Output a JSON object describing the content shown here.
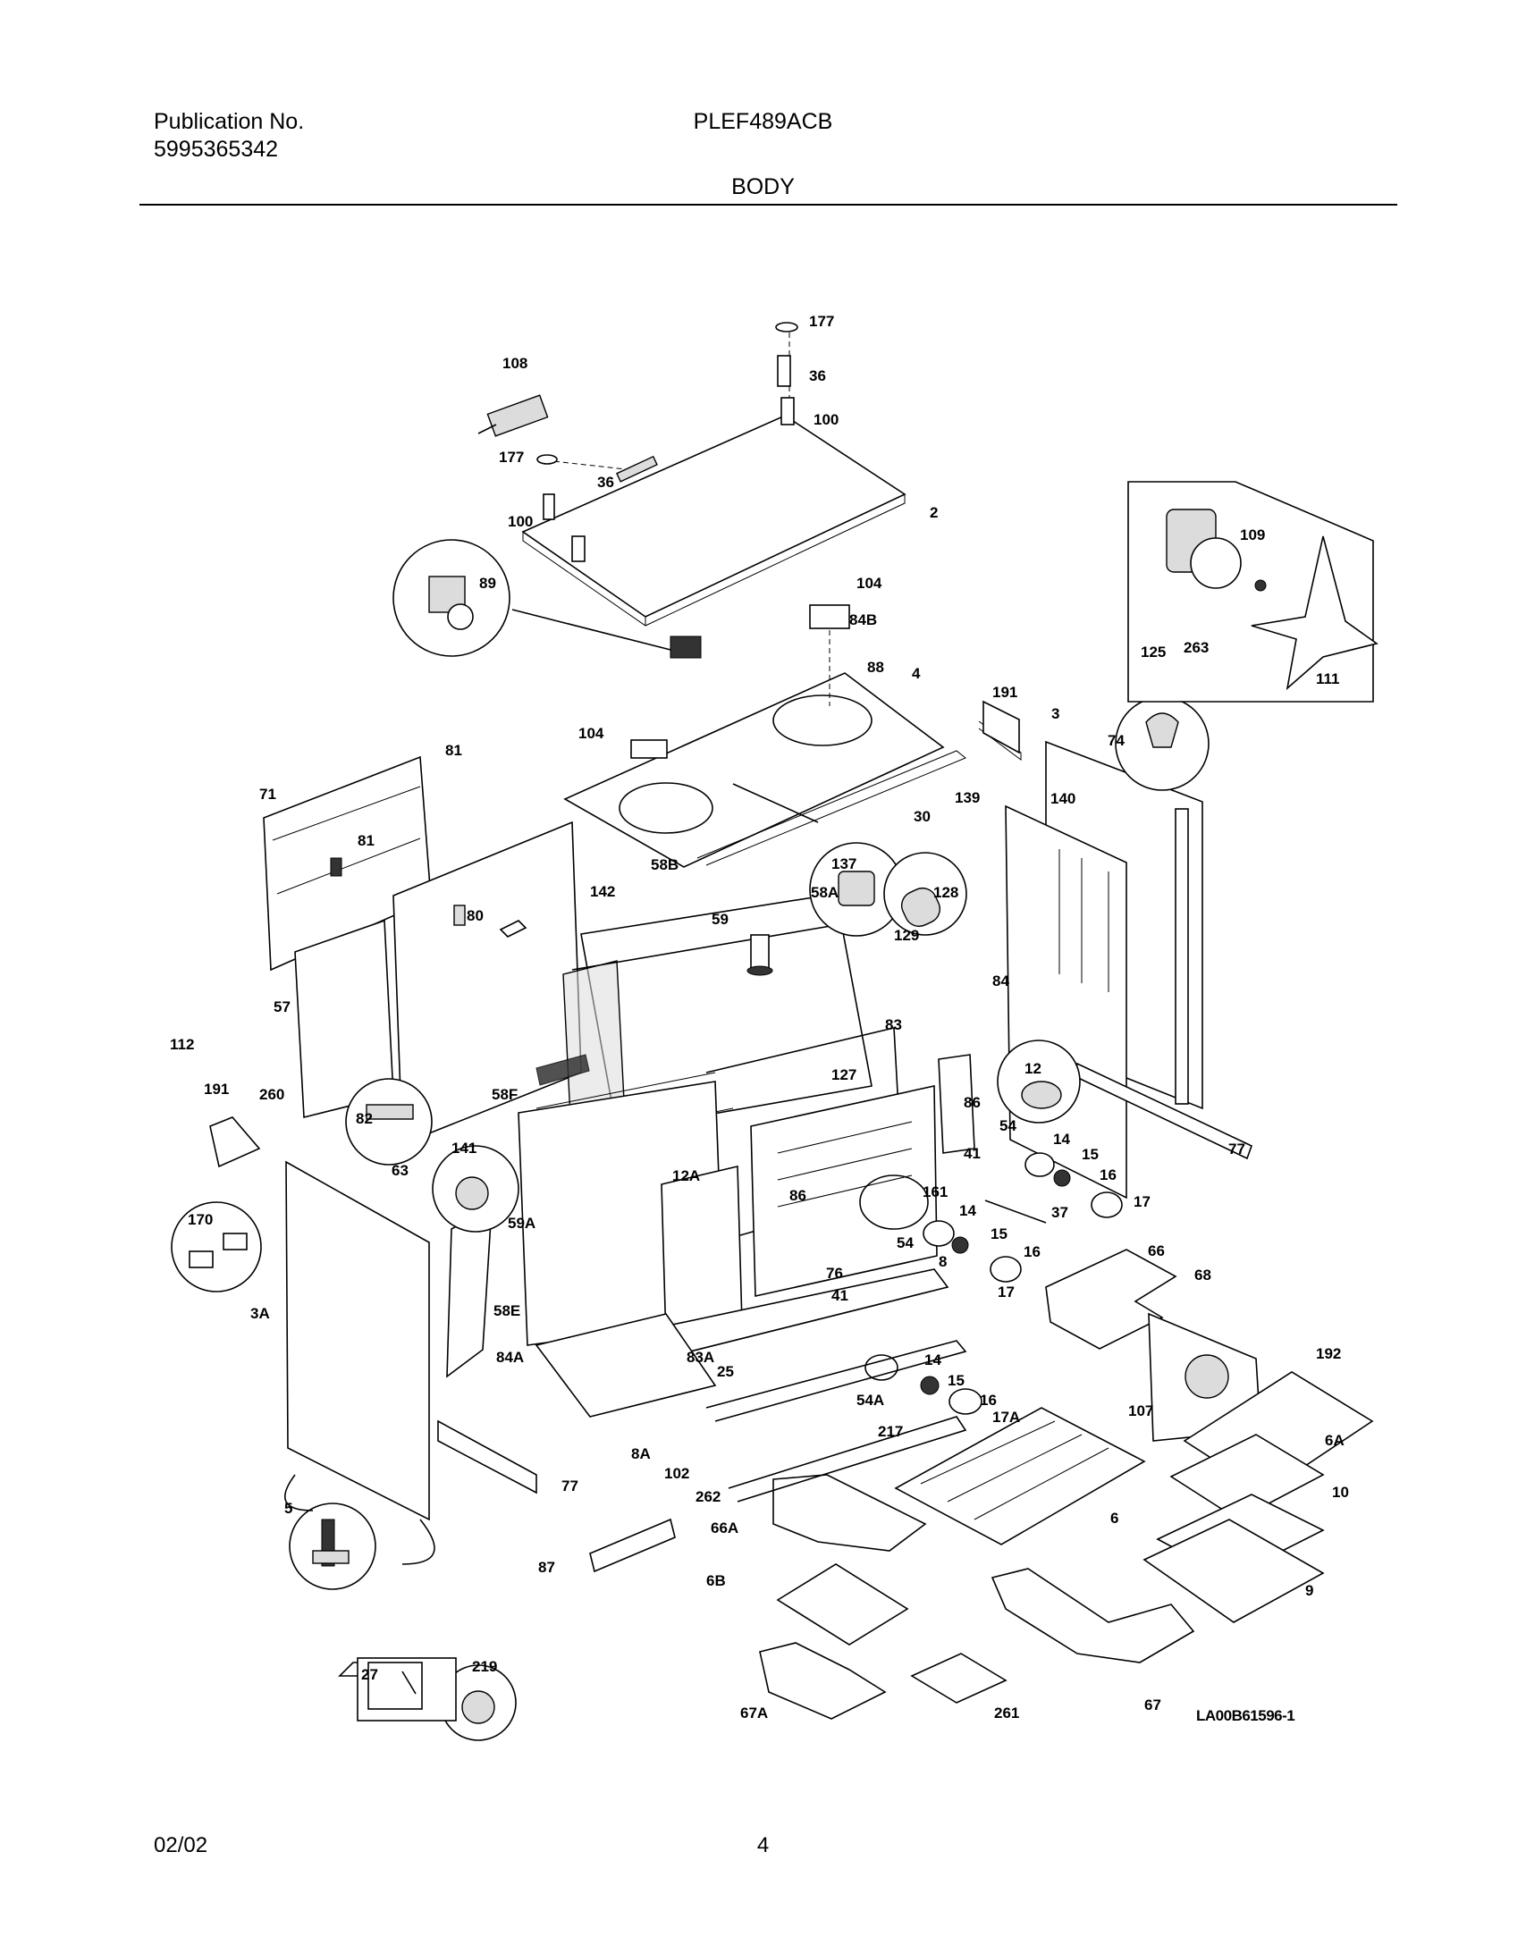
{
  "header": {
    "publication_label": "Publication No.",
    "publication_number": "5995365342",
    "model": "PLEF489ACB",
    "section_title": "BODY"
  },
  "diagram": {
    "part_callouts": [
      "177",
      "108",
      "36",
      "100",
      "177",
      "100",
      "36",
      "2",
      "89",
      "104",
      "84B",
      "4",
      "88",
      "104",
      "81",
      "71",
      "81",
      "80",
      "142",
      "58B",
      "59",
      "58A",
      "137",
      "128",
      "129",
      "30",
      "139",
      "191",
      "3",
      "140",
      "74",
      "125",
      "263",
      "109",
      "111",
      "84",
      "12",
      "57",
      "112",
      "191",
      "260",
      "58F",
      "82",
      "63",
      "83",
      "127",
      "86",
      "41",
      "54",
      "14",
      "15",
      "16",
      "17",
      "37",
      "141",
      "170",
      "59A",
      "12A",
      "86",
      "161",
      "54",
      "14",
      "15",
      "16",
      "17",
      "76",
      "8",
      "41",
      "66",
      "68",
      "3A",
      "58E",
      "84A",
      "83A",
      "25",
      "54A",
      "14",
      "15",
      "16",
      "17A",
      "107",
      "192",
      "6A",
      "10",
      "8A",
      "102",
      "217",
      "262",
      "6",
      "9",
      "77",
      "5",
      "87",
      "66A",
      "6B",
      "27",
      "219",
      "67A",
      "261",
      "67",
      "77"
    ],
    "drawing_number": "LA00B61596-1"
  },
  "footer": {
    "date": "02/02",
    "page": "4"
  }
}
